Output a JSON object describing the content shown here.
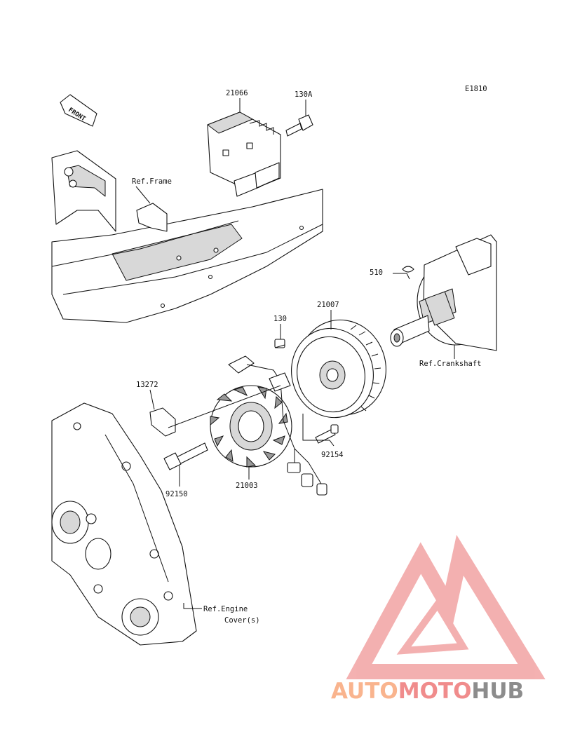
{
  "diagram_id": "E1810",
  "front_arrow": "FRONT",
  "parts": [
    {
      "id": "21066"
    },
    {
      "id": "130A"
    },
    {
      "id": "510"
    },
    {
      "id": "21007"
    },
    {
      "id": "130"
    },
    {
      "id": "13272"
    },
    {
      "id": "21003"
    },
    {
      "id": "92154"
    },
    {
      "id": "92150"
    }
  ],
  "references": {
    "frame": "Ref.Frame",
    "crankshaft": "Ref.Crankshaft",
    "engine_cover_line1": "Ref.Engine",
    "engine_cover_line2": "Cover(s)"
  },
  "watermark": {
    "word_auto": "AUTO",
    "word_moto": "MOTO",
    "word_hub": "HUB",
    "colors": {
      "auto": "#f9b48e",
      "moto": "#f08c8c",
      "hub": "#8c8c8c",
      "logo": "#f2a3a3"
    }
  }
}
